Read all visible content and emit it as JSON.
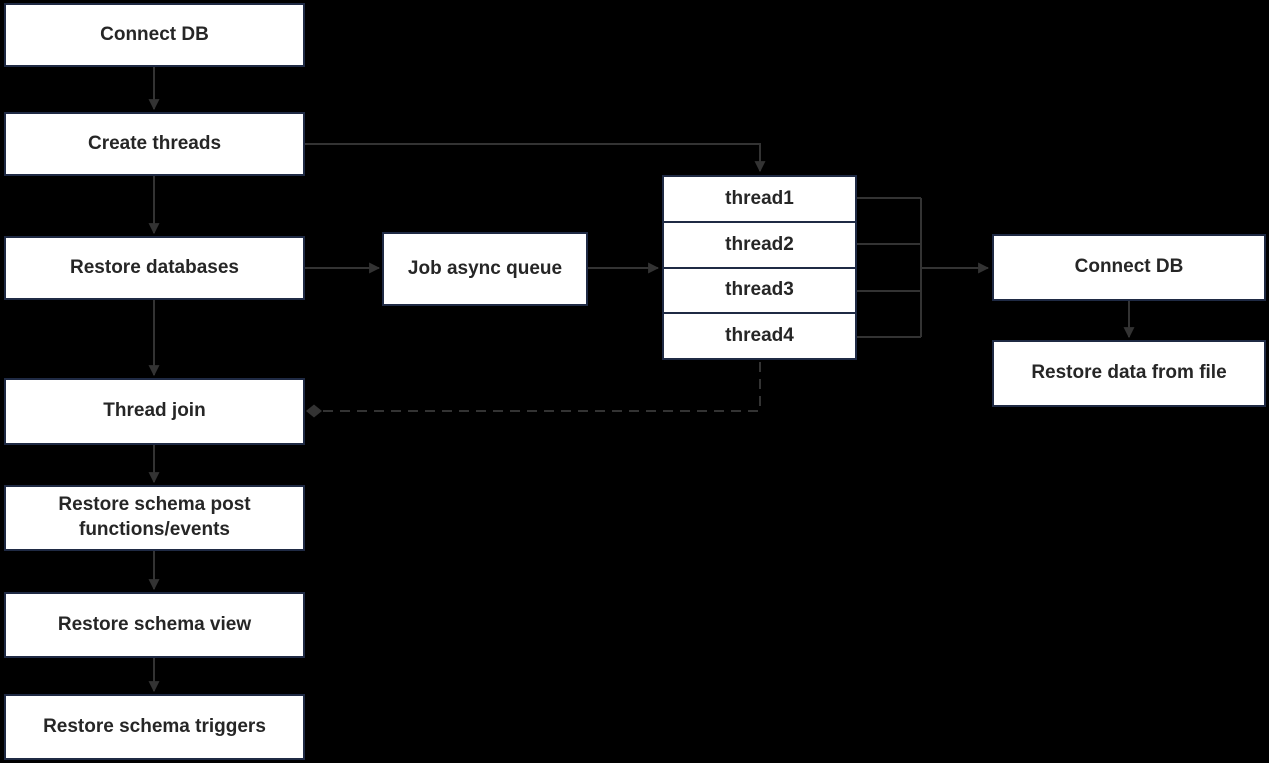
{
  "diagram": {
    "background_color": "#000000",
    "node_fill_color": "#ffffff",
    "node_border_color": "#1f2a44",
    "node_text_color": "#262626",
    "connector_color": "#333333",
    "nodes": {
      "connect_db_1": "Connect DB",
      "create_threads": "Create threads",
      "restore_databases": "Restore databases",
      "thread_join": "Thread join",
      "restore_schema_post": "Restore schema post functions/events",
      "restore_schema_view": "Restore schema view",
      "restore_schema_triggers": "Restore schema triggers",
      "job_async_queue": "Job async queue",
      "threads": [
        "thread1",
        "thread2",
        "thread3",
        "thread4"
      ],
      "connect_db_2": "Connect DB",
      "restore_data_from_file": "Restore data from file"
    }
  }
}
